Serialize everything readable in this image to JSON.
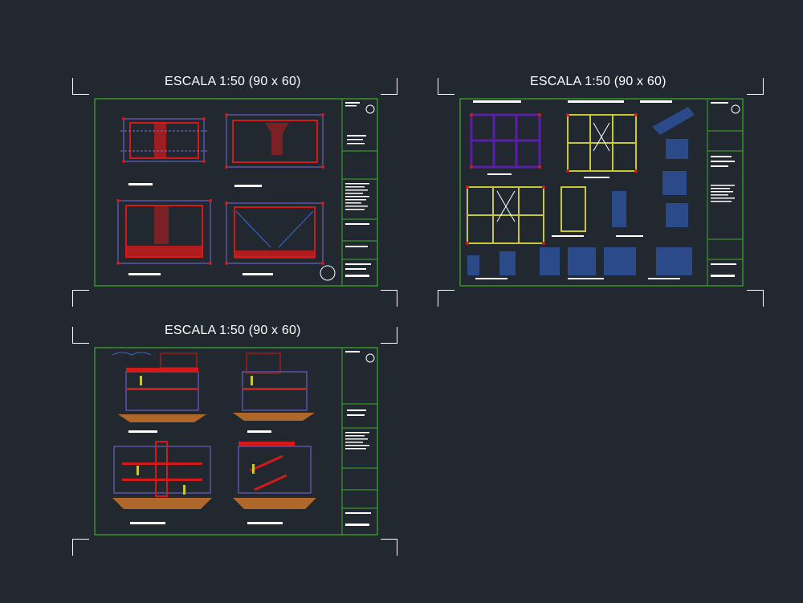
{
  "sheets": [
    {
      "title": "ESCALA 1:50 (90 x 60)",
      "content": "floor-plans"
    },
    {
      "title": "ESCALA 1:50 (90 x 60)",
      "content": "structural-plans"
    },
    {
      "title": "ESCALA 1:50 (90 x 60)",
      "content": "elevations-sections"
    }
  ],
  "colors": {
    "background": "#212830",
    "sheet_border": "#3fae2a",
    "wall": "#d31a1a",
    "dimension": "#7a6ae0",
    "structure_yellow": "#c8c83a",
    "structure_purple": "#5a1fa8",
    "detail_blue": "#2a4a8a",
    "soil": "#b0682a",
    "text_white": "#ffffff"
  }
}
